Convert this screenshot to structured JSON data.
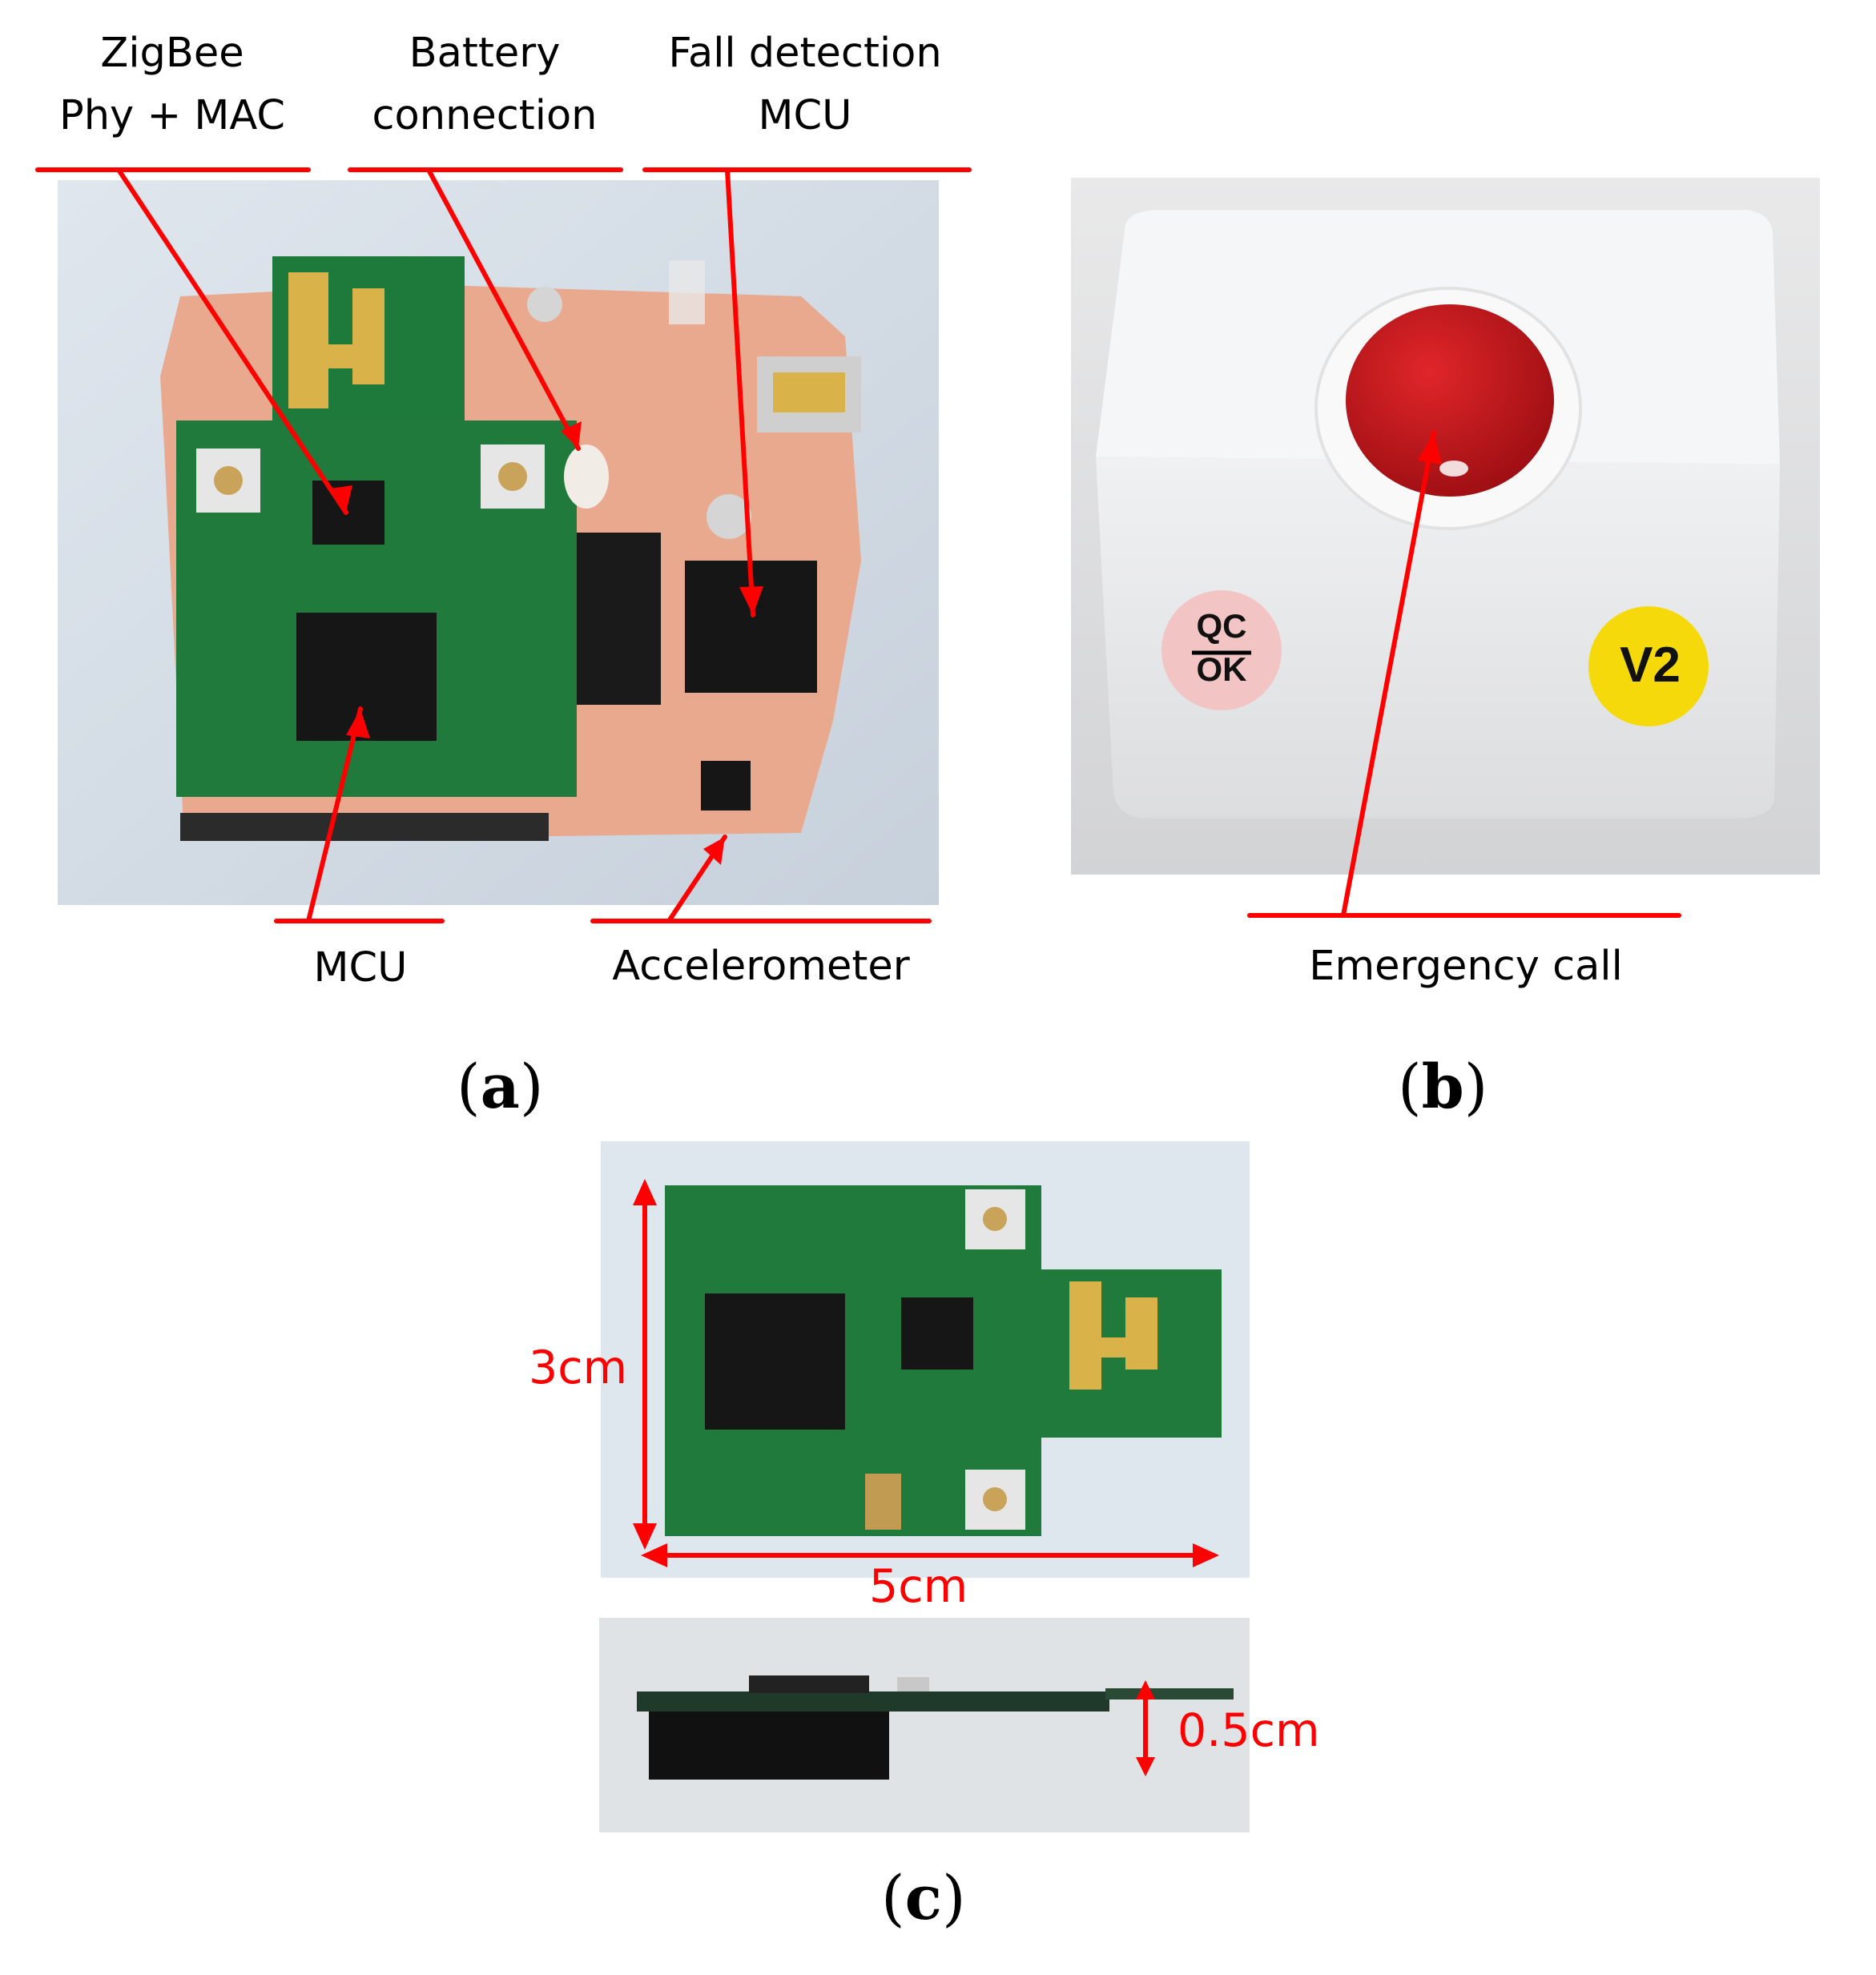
{
  "panel_a": {
    "label": "a",
    "callouts": {
      "zigbee_line1": "ZigBee",
      "zigbee_line2": "Phy + MAC",
      "battery_line1": "Battery",
      "battery_line2": "connection",
      "fall_line1": "Fall detection",
      "fall_line2": "MCU",
      "mcu": "MCU",
      "accelerometer": "Accelerometer"
    }
  },
  "panel_b": {
    "label": "b",
    "callouts": {
      "emergency": "Emergency call"
    },
    "stickers": {
      "qc_top": "QC",
      "qc_bottom": "OK",
      "version": "V2"
    }
  },
  "panel_c": {
    "label": "c",
    "dimensions": {
      "height": "3cm",
      "width": "5cm",
      "thickness": "0.5cm"
    }
  },
  "colors": {
    "annotation_red": "#ff0000",
    "pcb_green": "#1f7a3c",
    "copper": "#e8a58f",
    "button_red": "#c4151a",
    "sticker_pink": "#f2c4c4",
    "sticker_yellow": "#f5d90a"
  }
}
